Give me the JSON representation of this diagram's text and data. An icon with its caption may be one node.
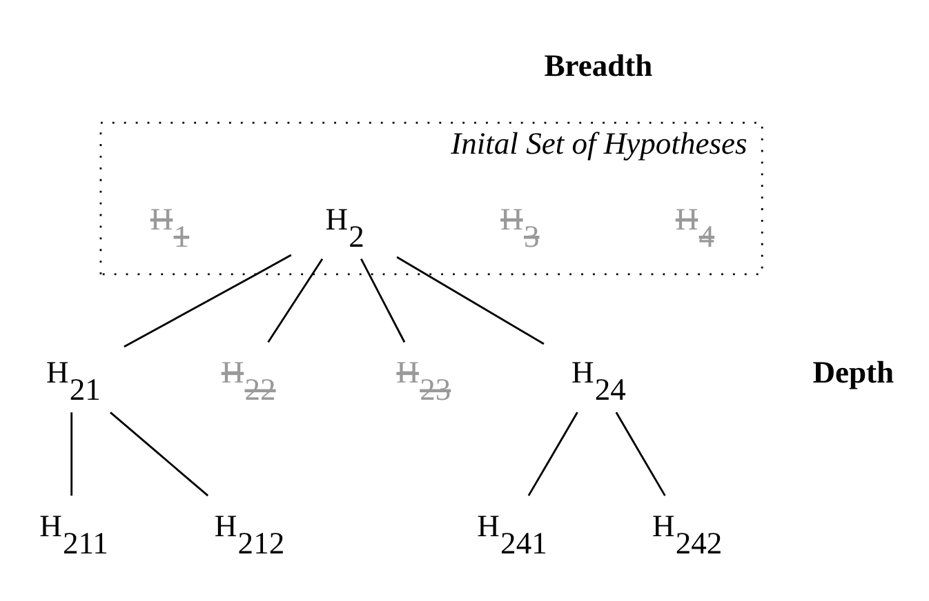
{
  "diagram": {
    "nodes": [
      {
        "text": [
          "Inital Set of Hypotheses"
        ]
      },
      {
        "text": [
          "H$_{1}$"
        ],
        "in": 0
      },
      {
        "text": [
          "H$_{2}$"
        ],
        "in": 0
      },
      {
        "text": [
          "H$_{3}$"
        ],
        "in": 0
      },
      {
        "text": [
          "H$_{4}$"
        ],
        "in": 0
      },
      {
        "text": [
          "H$_{21}$"
        ]
      },
      {
        "text": [
          "H$_{22}$"
        ]
      },
      {
        "text": [
          "H$_{23}$"
        ]
      },
      {
        "text": [
          "H$_{24}$"
        ]
      },
      {
        "text": [
          "H$_{211}$"
        ]
      },
      {
        "text": [
          "H$_{212}$"
        ]
      },
      {
        "text": [
          "H$_{241}$"
        ]
      },
      {
        "text": [
          "H$_{242}$"
        ]
      }
    ],
    "edges": [
      {
        "from": 2,
        "to": 5,
        "arrow": "none"
      },
      {
        "from": 2,
        "to": 6,
        "arrow": "none"
      },
      {
        "from": 2,
        "to": 7,
        "arrow": "none"
      },
      {
        "from": 2,
        "to": 8,
        "arrow": "none"
      },
      {
        "from": 5,
        "to": 9,
        "arrow": "none"
      },
      {
        "from": 5,
        "to": 10,
        "arrow": "none"
      },
      {
        "from": 8,
        "to": 11,
        "arrow": "none"
      },
      {
        "from": 8,
        "to": 12,
        "arrow": "none"
      }
    ],
    "labels": [
      "Breadth",
      "Depth"
    ]
  }
}
